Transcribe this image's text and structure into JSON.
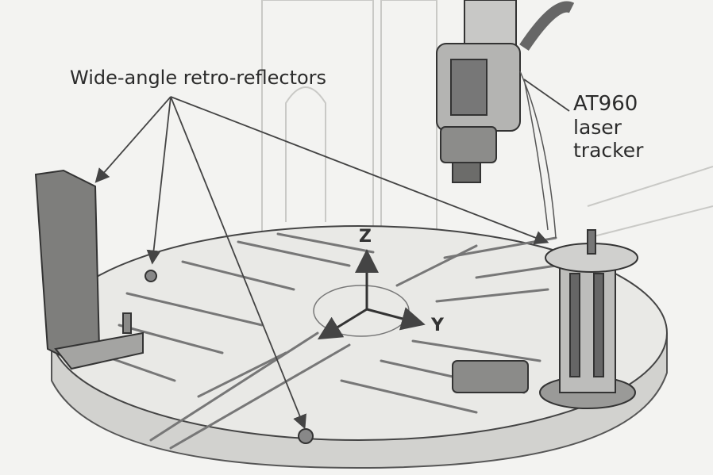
{
  "labels": {
    "reflectors": "Wide-angle retro-reflectors",
    "tracker_model": "AT960",
    "tracker_line1": "laser",
    "tracker_line2": "tracker",
    "axis_z": "Z",
    "axis_y": "Y"
  },
  "colors": {
    "paper": "#f3f3f1",
    "pencil": "#3a3a3a",
    "shade": "#9a9a98"
  }
}
